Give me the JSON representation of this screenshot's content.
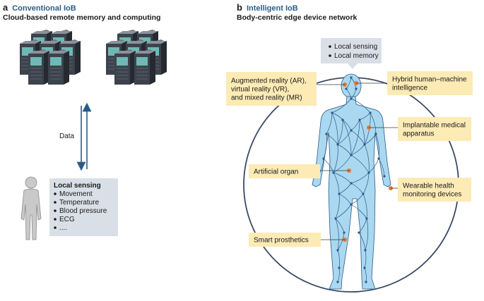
{
  "panel_a": {
    "letter": "a",
    "title": "Conventional IoB",
    "subtitle": "Cloud-based remote memory and computing",
    "data_label": "Data",
    "local_sensing": {
      "title": "Local sensing",
      "items": [
        "Movement",
        "Temperature",
        "Blood pressure",
        "ECG",
        "...."
      ]
    }
  },
  "panel_b": {
    "letter": "b",
    "title": "Intelligent IoB",
    "subtitle": "Body-centric edge device network",
    "callout": [
      "Local sensing",
      "Local memory"
    ],
    "labels": {
      "ar_vr": [
        "Augmented reality (AR),",
        "virtual reality (VR),",
        "and mixed reality (MR)"
      ],
      "hybrid": [
        "Hybrid human–machine",
        "intelligence"
      ],
      "implantable": [
        "Implantable medical",
        "apparatus"
      ],
      "artificial_organ": [
        "Artificial organ"
      ],
      "wearable": [
        "Wearable health",
        "monitoring devices"
      ],
      "prosthetics": [
        "Smart prosthetics"
      ]
    }
  },
  "colors": {
    "accent_blue": "#2b5f87",
    "body_fill": "#a9d8f0",
    "network": "#2c5a86",
    "label_box": "#fcebb5",
    "sensing_box": "#d9dfe6",
    "marker": "#e8772e"
  }
}
